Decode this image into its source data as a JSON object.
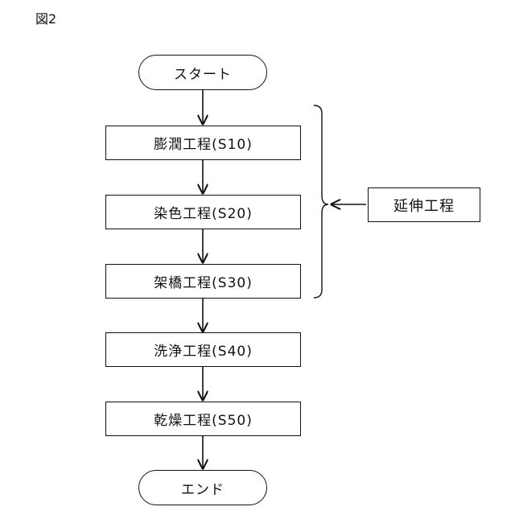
{
  "figure": {
    "label": "図2"
  },
  "flowchart": {
    "start": "スタート",
    "steps": [
      "膨潤工程(S10)",
      "染色工程(S20)",
      "架橋工程(S30)",
      "洗浄工程(S40)",
      "乾燥工程(S50)"
    ],
    "end": "エンド"
  },
  "annotation": {
    "label": "延伸工程"
  }
}
